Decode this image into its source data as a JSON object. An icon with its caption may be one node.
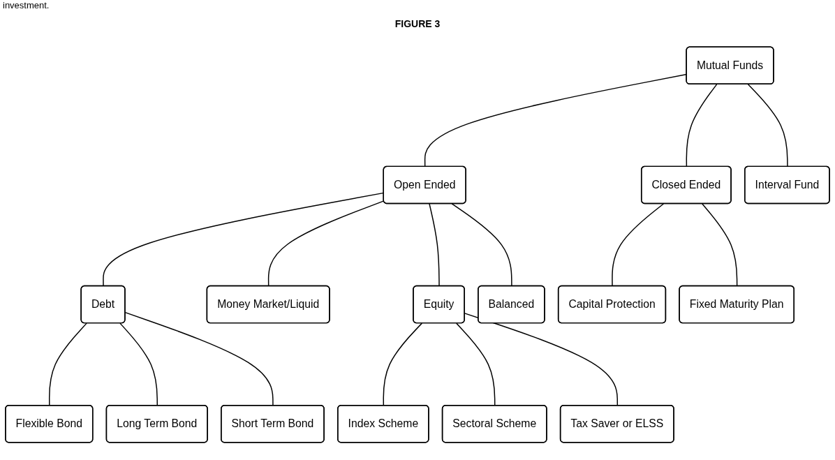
{
  "diagram": {
    "title": "FIGURE 3",
    "nodes": [
      {
        "text": [
          "Mutual Funds"
        ]
      },
      {
        "text": [
          "Open Ended"
        ]
      },
      {
        "text": [
          "Closed Ended"
        ]
      },
      {
        "text": [
          "Interval Fund"
        ]
      },
      {
        "text": [
          "Debt"
        ]
      },
      {
        "text": [
          "Money Market/Liquid"
        ]
      },
      {
        "text": [
          "Equity"
        ]
      },
      {
        "text": [
          "Balanced"
        ]
      },
      {
        "text": [
          "Capital Protection"
        ]
      },
      {
        "text": [
          "Fixed Maturity Plan"
        ]
      },
      {
        "text": [
          "Flexible Bond"
        ]
      },
      {
        "text": [
          "Long Term Bond"
        ]
      },
      {
        "text": [
          "Short Term Bond"
        ]
      },
      {
        "text": [
          "Index Scheme"
        ]
      },
      {
        "text": [
          "Sectoral Scheme"
        ]
      },
      {
        "text": [
          "Tax Saver or ELSS"
        ]
      }
    ],
    "edges": [
      {
        "from": 0,
        "to": 1,
        "arrow": "none"
      },
      {
        "from": 0,
        "to": 2,
        "arrow": "none"
      },
      {
        "from": 0,
        "to": 3,
        "arrow": "none"
      },
      {
        "from": 1,
        "to": 4,
        "arrow": "none"
      },
      {
        "from": 1,
        "to": 5,
        "arrow": "none"
      },
      {
        "from": 1,
        "to": 6,
        "arrow": "none"
      },
      {
        "from": 1,
        "to": 7,
        "arrow": "none"
      },
      {
        "from": 2,
        "to": 8,
        "arrow": "none"
      },
      {
        "from": 2,
        "to": 9,
        "arrow": "none"
      },
      {
        "from": 4,
        "to": 10,
        "arrow": "none"
      },
      {
        "from": 4,
        "to": 11,
        "arrow": "none"
      },
      {
        "from": 4,
        "to": 12,
        "arrow": "none"
      },
      {
        "from": 6,
        "to": 13,
        "arrow": "none"
      },
      {
        "from": 6,
        "to": 14,
        "arrow": "none"
      },
      {
        "from": 6,
        "to": 15,
        "arrow": "none"
      }
    ],
    "labels": [
      "investment."
    ]
  }
}
